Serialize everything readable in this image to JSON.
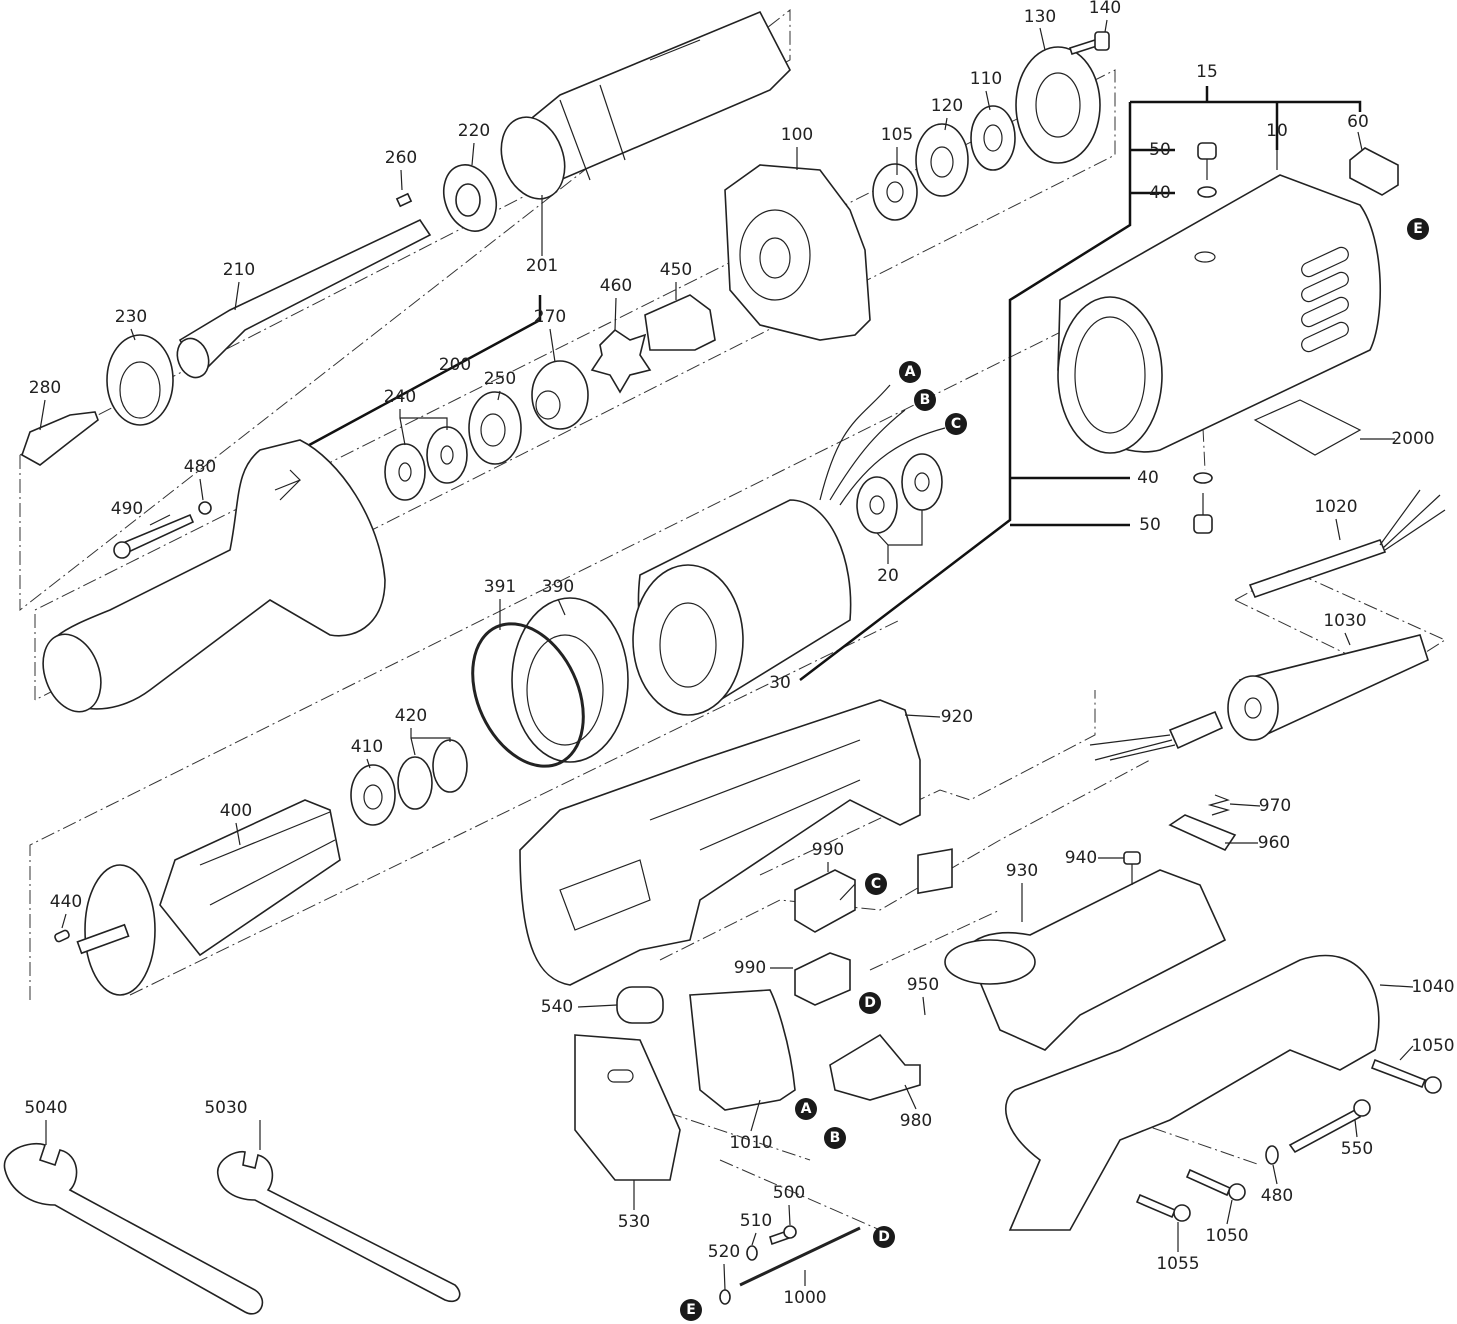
{
  "title": "Exploded parts diagram – straight grinder",
  "part_numbers": {
    "p130": "130",
    "p140": "140",
    "p15": "15",
    "p10": "10",
    "p60": "60",
    "p50a": "50",
    "p40a": "40",
    "p100": "100",
    "p105": "105",
    "p120": "120",
    "p110": "110",
    "p220": "220",
    "p260": "260",
    "p210": "210",
    "p201": "201",
    "p230": "230",
    "p280": "280",
    "p200": "200",
    "p460": "460",
    "p450": "450",
    "p270": "270",
    "p250": "250",
    "p240": "240",
    "p480a": "480",
    "p490": "490",
    "p2000": "2000",
    "p40b": "40",
    "p50b": "50",
    "p1020": "1020",
    "p20": "20",
    "p390": "390",
    "p391": "391",
    "p30": "30",
    "p1030": "1030",
    "p920": "920",
    "p420": "420",
    "p410": "410",
    "p400": "400",
    "p970": "970",
    "p960": "960",
    "p940": "940",
    "p930": "930",
    "p990a": "990",
    "p990b": "990",
    "p950": "950",
    "p1040": "1040",
    "p440": "440",
    "p540": "540",
    "p1050a": "1050",
    "p980": "980",
    "p1010": "1010",
    "p5040": "5040",
    "p5030": "5030",
    "p550": "550",
    "p480b": "480",
    "p1050b": "1050",
    "p1055": "1055",
    "p530": "530",
    "p500": "500",
    "p510": "510",
    "p520": "520",
    "p1000": "1000"
  },
  "connection_markers": {
    "a1": "A",
    "b1": "B",
    "c1": "C",
    "e1": "E",
    "c2": "C",
    "d1": "D",
    "a2": "A",
    "b2": "B",
    "d2": "D",
    "e2": "E"
  },
  "colors": {
    "line": "#222222",
    "badge": "#1a1a1a",
    "background": "#ffffff"
  }
}
